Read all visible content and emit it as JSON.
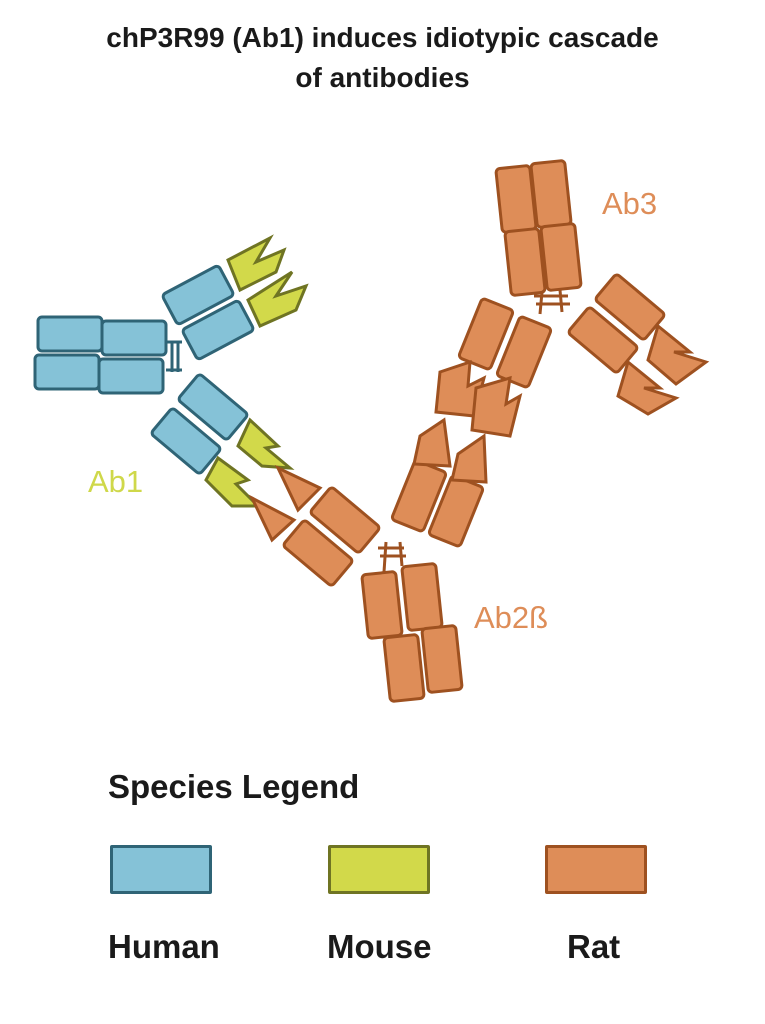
{
  "title": {
    "line1": "chP3R99 (Ab1) induces idiotypic cascade",
    "line2": "of antibodies"
  },
  "antibodies": [
    {
      "label": "Ab1",
      "label_color": "#cfd84a"
    },
    {
      "label": "Ab2ß",
      "label_color": "#de8d58"
    },
    {
      "label": "Ab3",
      "label_color": "#de8d58"
    }
  ],
  "colors": {
    "human": {
      "fill": "#85c2d7",
      "stroke": "#2f6476"
    },
    "mouse": {
      "fill": "#d2d94a",
      "stroke": "#6f7423"
    },
    "rat": {
      "fill": "#de8d58",
      "stroke": "#9e5120"
    }
  },
  "legend": {
    "title": "Species Legend",
    "items": [
      {
        "label": "Human",
        "species": "human"
      },
      {
        "label": "Mouse",
        "species": "mouse"
      },
      {
        "label": "Rat",
        "species": "rat"
      }
    ]
  }
}
